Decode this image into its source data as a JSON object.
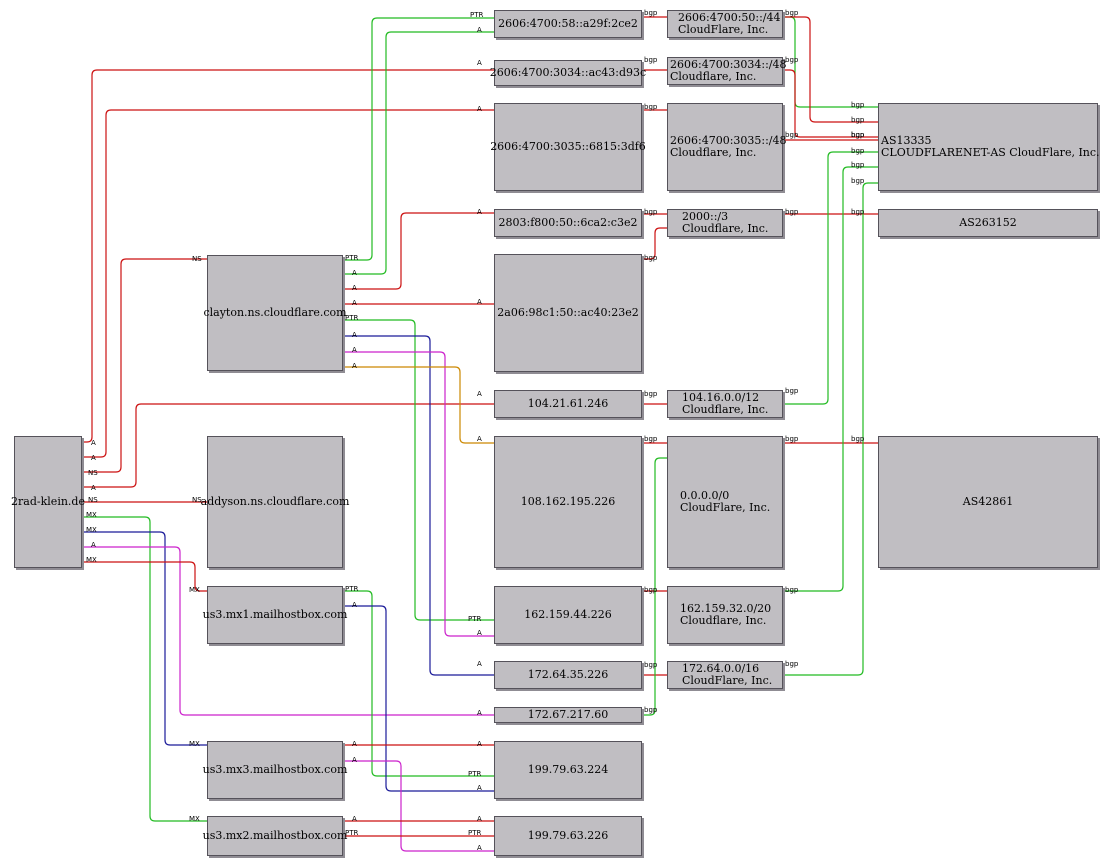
{
  "colors": {
    "red": "#cc1111",
    "green": "#22bb22",
    "blue": "#1a1a99",
    "magenta": "#cc22cc",
    "orange": "#cc8800",
    "node_fill": "#c0bec2",
    "node_border": "#55525a"
  },
  "nodes": {
    "domain": {
      "line1": "2rad-klein.de"
    },
    "clayton": {
      "line1": "clayton.ns.cloudflare.com"
    },
    "addyson": {
      "line1": "addyson.ns.cloudflare.com"
    },
    "us3mx1": {
      "line1": "us3.mx1.mailhostbox.com"
    },
    "us3mx3": {
      "line1": "us3.mx3.mailhostbox.com"
    },
    "us3mx2": {
      "line1": "us3.mx2.mailhostbox.com"
    },
    "ip6_a29f": {
      "line1": "2606:4700:58::a29f:2ce2"
    },
    "ip6_ac43": {
      "line1": "2606:4700:3034::ac43:d93c"
    },
    "ip6_6815": {
      "line1": "2606:4700:3035::6815:3df6"
    },
    "ip6_2803": {
      "line1": "2803:f800:50::6ca2:c3e2"
    },
    "ip6_2a06": {
      "line1": "2a06:98c1:50::ac40:23e2"
    },
    "ip_104_21": {
      "line1": "104.21.61.246"
    },
    "ip_108": {
      "line1": "108.162.195.226"
    },
    "ip_162": {
      "line1": "162.159.44.226"
    },
    "ip_172_64": {
      "line1": "172.64.35.226"
    },
    "ip_172_67": {
      "line1": "172.67.217.60"
    },
    "ip_199_224": {
      "line1": "199.79.63.224"
    },
    "ip_199_226": {
      "line1": "199.79.63.226"
    },
    "pfx_4700_50": {
      "line1": "2606:4700:50::/44",
      "line2": "CloudFlare, Inc."
    },
    "pfx_3034": {
      "line1": "2606:4700:3034::/48",
      "line2": "Cloudflare, Inc."
    },
    "pfx_3035": {
      "line1": "2606:4700:3035::/48",
      "line2": "Cloudflare, Inc."
    },
    "pfx_2000": {
      "line1": "2000::/3",
      "line2": "Cloudflare, Inc."
    },
    "pfx_104_16": {
      "line1": "104.16.0.0/12",
      "line2": "Cloudflare, Inc."
    },
    "pfx_0": {
      "line1": "0.0.0.0/0",
      "line2": "CloudFlare, Inc."
    },
    "pfx_162_159": {
      "line1": "162.159.32.0/20",
      "line2": "Cloudflare, Inc."
    },
    "pfx_172_64": {
      "line1": "172.64.0.0/16",
      "line2": "CloudFlare, Inc."
    },
    "as13335": {
      "line1": "AS13335",
      "line2": "CLOUDFLARENET-AS CloudFlare, Inc."
    },
    "as263152": {
      "line1": "AS263152"
    },
    "as42861": {
      "line1": "AS42861"
    }
  },
  "edges": [
    {
      "from": "domain",
      "to": "ip6_ac43",
      "type": "A",
      "color": "red"
    },
    {
      "from": "domain",
      "to": "ip6_6815",
      "type": "A",
      "color": "red"
    },
    {
      "from": "domain",
      "to": "clayton",
      "type": "NS",
      "color": "red"
    },
    {
      "from": "domain",
      "to": "ip_104_21",
      "type": "A",
      "color": "red"
    },
    {
      "from": "domain",
      "to": "addyson",
      "type": "NS",
      "color": "red"
    },
    {
      "from": "domain",
      "to": "us3mx2",
      "type": "MX",
      "color": "green"
    },
    {
      "from": "domain",
      "to": "us3mx3",
      "type": "MX",
      "color": "blue"
    },
    {
      "from": "domain",
      "to": "ip_172_67",
      "type": "A",
      "color": "magenta"
    },
    {
      "from": "domain",
      "to": "us3mx1",
      "type": "MX",
      "color": "red"
    },
    {
      "from": "clayton",
      "to": "ip6_a29f",
      "type": "PTR",
      "color": "green"
    },
    {
      "from": "clayton",
      "to": "ip6_a29f",
      "type": "A",
      "color": "green"
    },
    {
      "from": "clayton",
      "to": "ip6_2803",
      "type": "A",
      "color": "red"
    },
    {
      "from": "clayton",
      "to": "ip6_2a06",
      "type": "A",
      "color": "red"
    },
    {
      "from": "clayton",
      "to": "ip_162",
      "type": "PTR",
      "color": "green"
    },
    {
      "from": "clayton",
      "to": "ip_172_64",
      "type": "A",
      "color": "blue"
    },
    {
      "from": "clayton",
      "to": "ip_162",
      "type": "A",
      "color": "magenta"
    },
    {
      "from": "clayton",
      "to": "ip_108",
      "type": "A",
      "color": "orange"
    },
    {
      "from": "us3mx1",
      "to": "ip_199_224",
      "type": "PTR",
      "color": "green"
    },
    {
      "from": "us3mx1",
      "to": "ip_199_224",
      "type": "A",
      "color": "blue"
    },
    {
      "from": "us3mx3",
      "to": "ip_199_224",
      "type": "A",
      "color": "red"
    },
    {
      "from": "us3mx3",
      "to": "ip_199_226",
      "type": "A",
      "color": "magenta"
    },
    {
      "from": "us3mx2",
      "to": "ip_199_226",
      "type": "A",
      "color": "red"
    },
    {
      "from": "us3mx2",
      "to": "ip_199_226",
      "type": "PTR",
      "color": "red"
    },
    {
      "from": "ip6_a29f",
      "to": "pfx_4700_50",
      "type": "bgp",
      "color": "red"
    },
    {
      "from": "ip6_ac43",
      "to": "pfx_3034",
      "type": "bgp",
      "color": "red"
    },
    {
      "from": "ip6_6815",
      "to": "pfx_3035",
      "type": "bgp",
      "color": "red"
    },
    {
      "from": "ip6_2803",
      "to": "pfx_2000",
      "type": "bgp",
      "color": "red"
    },
    {
      "from": "ip6_2a06",
      "to": "pfx_2000",
      "type": "bgp",
      "color": "red"
    },
    {
      "from": "ip_104_21",
      "to": "pfx_104_16",
      "type": "bgp",
      "color": "red"
    },
    {
      "from": "ip_108",
      "to": "pfx_0",
      "type": "bgp",
      "color": "red"
    },
    {
      "from": "ip_162",
      "to": "pfx_162_159",
      "type": "bgp",
      "color": "red"
    },
    {
      "from": "ip_172_64",
      "to": "pfx_172_64",
      "type": "bgp",
      "color": "red"
    },
    {
      "from": "ip_172_67",
      "to": "pfx_0",
      "type": "bgp",
      "color": "green"
    },
    {
      "from": "pfx_4700_50",
      "to": "as13335",
      "type": "bgp",
      "color": "green"
    },
    {
      "from": "pfx_4700_50",
      "to": "as13335",
      "type": "bgp",
      "color": "red"
    },
    {
      "from": "pfx_3034",
      "to": "as13335",
      "type": "bgp",
      "color": "red"
    },
    {
      "from": "pfx_3035",
      "to": "as13335",
      "type": "bgp",
      "color": "red"
    },
    {
      "from": "pfx_2000",
      "to": "as263152",
      "type": "bgp",
      "color": "red"
    },
    {
      "from": "pfx_104_16",
      "to": "as13335",
      "type": "bgp",
      "color": "green"
    },
    {
      "from": "pfx_0",
      "to": "as42861",
      "type": "bgp",
      "color": "red"
    },
    {
      "from": "pfx_162_159",
      "to": "as13335",
      "type": "bgp",
      "color": "green"
    },
    {
      "from": "pfx_172_64",
      "to": "as13335",
      "type": "bgp",
      "color": "green"
    }
  ]
}
